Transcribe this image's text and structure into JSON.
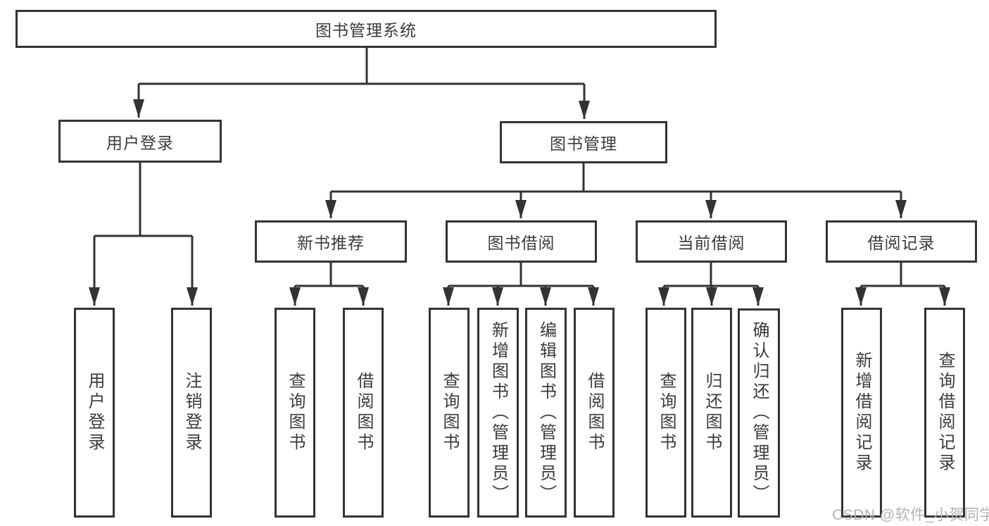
{
  "diagram": {
    "root": "图书管理系统",
    "branches": {
      "user_login": {
        "label": "用户登录",
        "children": [
          "用户登录",
          "注销登录"
        ]
      },
      "book_mgmt": {
        "label": "图书管理",
        "groups": [
          {
            "label": "新书推荐",
            "children": [
              "查询图书",
              "借阅图书"
            ]
          },
          {
            "label": "图书借阅",
            "children": [
              "查询图书",
              "新增图书（管理员）",
              "编辑图书（管理员）",
              "借阅图书"
            ]
          },
          {
            "label": "当前借阅",
            "children": [
              "查询图书",
              "归还图书",
              "确认归还（管理员）"
            ]
          },
          {
            "label": "借阅记录",
            "children": [
              "新增借阅记录",
              "查询借阅记录"
            ]
          }
        ]
      }
    }
  },
  "watermark": "CSDN @软件_小贺同学",
  "colors": {
    "line": "#333333",
    "text": "#3b3b3b",
    "watermark": "#b3b3b3",
    "background": "#ffffff"
  }
}
